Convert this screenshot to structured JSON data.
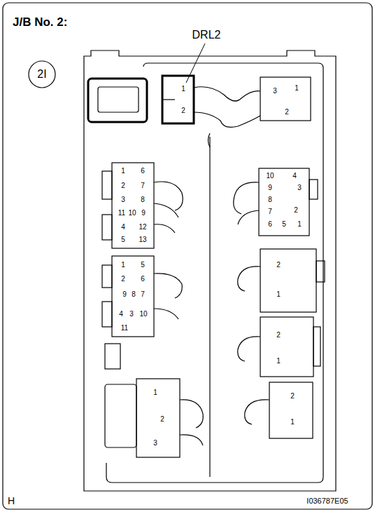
{
  "diagram": {
    "title": "J/B No. 2:",
    "nodes": [
      {
        "text": [
          "2I"
        ]
      }
    ],
    "labels": [
      "DRL2",
      "1",
      "2",
      "3",
      "1",
      "2",
      "1",
      "2",
      "3",
      "11",
      "10",
      "9",
      "4",
      "5",
      "6",
      "7",
      "8",
      "12",
      "13",
      "10",
      "9",
      "8",
      "7",
      "6",
      "4",
      "3",
      "2",
      "1",
      "5",
      "1",
      "2",
      "9",
      "8",
      "7",
      "4",
      "3",
      "11",
      "5",
      "6",
      "10",
      "2",
      "1",
      "2",
      "1",
      "2",
      "1",
      "1",
      "2",
      "3",
      "H",
      "I036787E05"
    ]
  }
}
